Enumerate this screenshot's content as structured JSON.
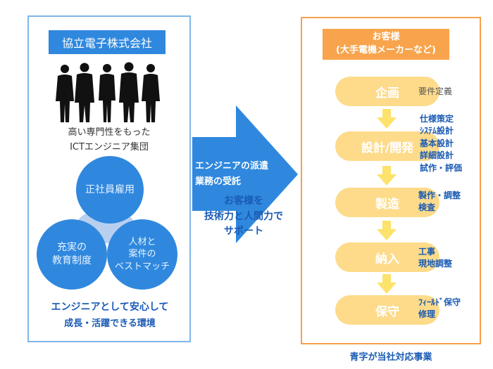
{
  "left": {
    "company_name": "協立電子株式会社",
    "intro_line1": "高い専門性をもった",
    "intro_line2": "ICTエンジニア集団",
    "circle_top": "正社員雇用",
    "circle_left": "充実の\n教育制度",
    "circle_right": "人材と\n案件の\nベストマッチ",
    "slogan_line1": "エンジニアとして安心して",
    "slogan_line2": "成長・活躍できる環境"
  },
  "arrow": {
    "line1": "エンジニアの派遣",
    "line2": "業務の受託"
  },
  "support": {
    "line1": "お客様を",
    "line2": "技術力と人間力で",
    "line3": "サポート"
  },
  "right": {
    "customer_line1": "お客様",
    "customer_line2": "(大手電機メーカーなど)",
    "steps": [
      {
        "label": "企画",
        "notes": [
          "要件定義"
        ]
      },
      {
        "label": "設計/開発",
        "notes": [
          "仕様策定",
          "ｼｽﾃﾑ設計",
          "基本設計",
          "詳細設計",
          "試作・評価"
        ]
      },
      {
        "label": "製造",
        "notes": [
          "製作・調整",
          "検査"
        ]
      },
      {
        "label": "納入",
        "notes": [
          "工事",
          "現地調整"
        ]
      },
      {
        "label": "保守",
        "notes": [
          "ﾌｨｰﾙﾄﾞ保守",
          "修理"
        ]
      }
    ]
  },
  "footer": "青字が当社対応事業",
  "colors": {
    "blue": "#2f88de",
    "dark_blue_text": "#1a5bb5",
    "orange_border": "#f6a04a",
    "step_fill": "#fddb8a",
    "down_arrow": "#fde26c"
  }
}
